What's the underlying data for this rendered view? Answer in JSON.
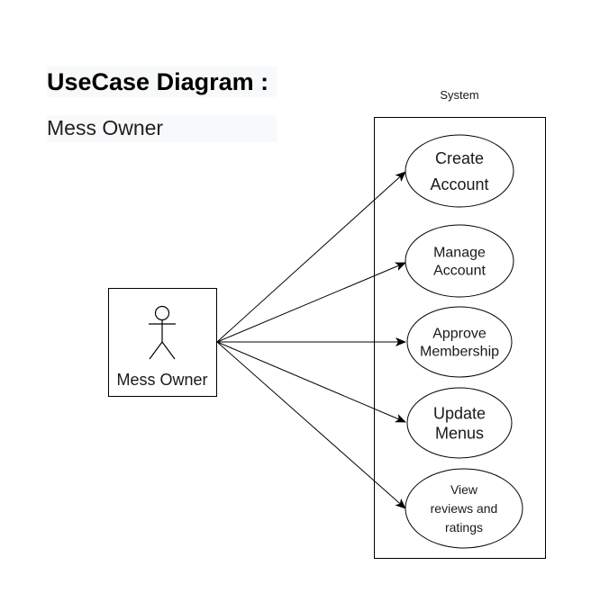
{
  "heading": {
    "title": "UseCase Diagram :",
    "subtitle": "Mess Owner"
  },
  "diagram": {
    "system_label": "System",
    "actor_label": "Mess Owner",
    "use_cases": [
      {
        "lines": [
          "Create",
          "Account"
        ]
      },
      {
        "lines": [
          "Manage",
          "Account"
        ]
      },
      {
        "lines": [
          "Approve",
          "Membership"
        ]
      },
      {
        "lines": [
          "Update",
          "Menus"
        ]
      },
      {
        "lines": [
          "View",
          "reviews and",
          "ratings"
        ]
      }
    ]
  },
  "colors": {
    "stroke": "#000000",
    "heading_background": "#f8f9fa"
  }
}
